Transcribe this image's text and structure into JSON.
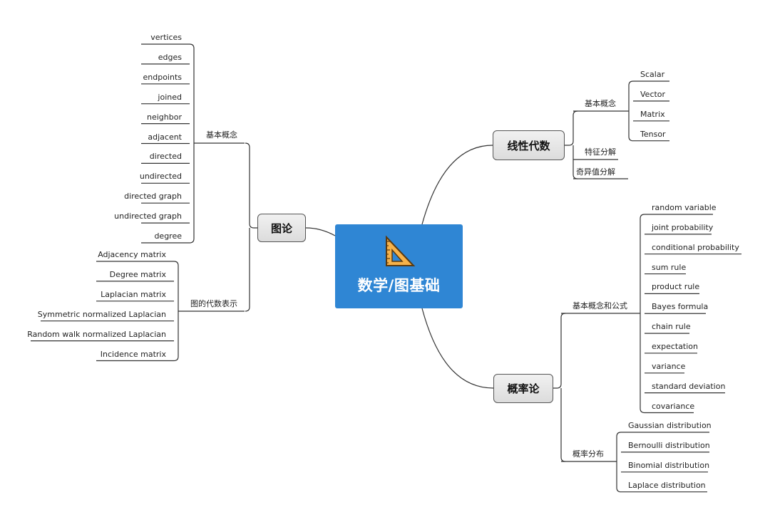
{
  "center": {
    "title": "数学/图基础",
    "icon": "set-square-ruler-icon"
  },
  "graph_theory": {
    "label": "图论",
    "basic": {
      "label": "基本概念",
      "items": [
        "vertices",
        "edges",
        "endpoints",
        "joined",
        "neighbor",
        "adjacent",
        "directed",
        "undirected",
        "directed graph",
        "undirected graph",
        "degree"
      ]
    },
    "algebraic": {
      "label": "图的代数表示",
      "items": [
        "Adjacency matrix",
        "Degree matrix",
        "Laplacian matrix",
        "Symmetric normalized Laplacian",
        "Random walk normalized Laplacian",
        "Incidence matrix"
      ]
    }
  },
  "linear_algebra": {
    "label": "线性代数",
    "basic": {
      "label": "基本概念",
      "items": [
        "Scalar",
        "Vector",
        "Matrix",
        "Tensor"
      ]
    },
    "eigen": "特征分解",
    "svd": "奇异值分解"
  },
  "probability": {
    "label": "概率论",
    "basic": {
      "label": "基本概念和公式",
      "items": [
        "random variable",
        "joint probability",
        "conditional probability",
        "sum rule",
        "product rule",
        "Bayes formula",
        "chain rule",
        "expectation",
        "variance",
        "standard deviation",
        "covariance"
      ]
    },
    "dist": {
      "label": "概率分布",
      "items": [
        "Gaussian distribution",
        "Bernoulli distribution",
        "Binomial distribution",
        "Laplace distribution"
      ]
    }
  },
  "colors": {
    "center_bg": "#2f86d4",
    "line": "#333333",
    "node_border": "#555555"
  }
}
